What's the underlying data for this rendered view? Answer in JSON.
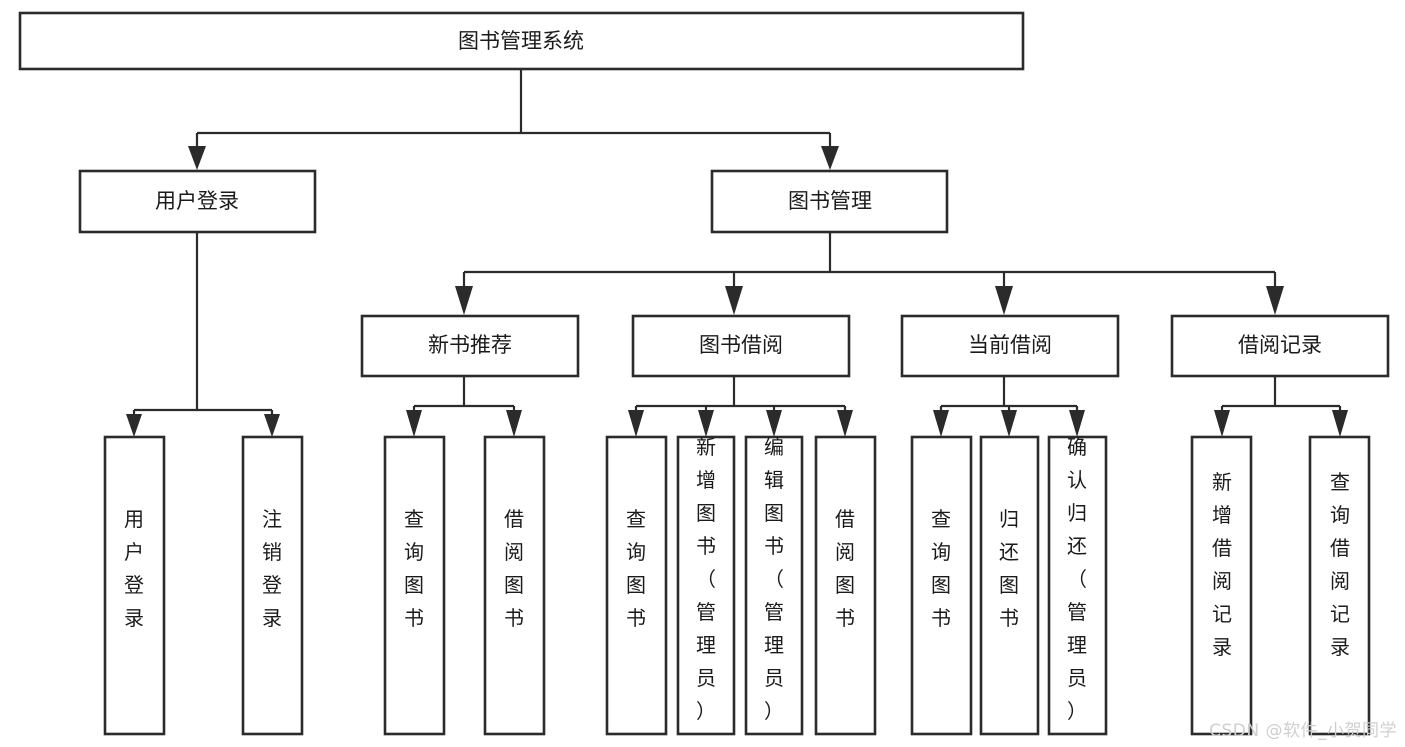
{
  "diagram": {
    "title": "图书管理系统",
    "type": "tree-hierarchy-diagram",
    "watermark": "CSDN @软件_小贺同学",
    "colors": {
      "background": "#ffffff",
      "box_fill": "#ffffff",
      "box_stroke": "#2b2b2b",
      "connector": "#2b2b2b",
      "text": "#1b1b1b",
      "watermark": "#cfcfcf"
    },
    "root": {
      "label": "图书管理系统"
    },
    "level1": [
      {
        "label": "用户登录"
      },
      {
        "label": "图书管理"
      }
    ],
    "level2": [
      {
        "label": "新书推荐"
      },
      {
        "label": "图书借阅"
      },
      {
        "label": "当前借阅"
      },
      {
        "label": "借阅记录"
      }
    ],
    "leaves": {
      "user_login": [
        {
          "label": "用户登录"
        },
        {
          "label": "注销登录"
        }
      ],
      "new_book_recommend": [
        {
          "label": "查询图书"
        },
        {
          "label": "借阅图书"
        }
      ],
      "book_borrow": [
        {
          "label": "查询图书"
        },
        {
          "label": "新增图书（管理员）"
        },
        {
          "label": "编辑图书（管理员）"
        },
        {
          "label": "借阅图书"
        }
      ],
      "current_borrow": [
        {
          "label": "查询图书"
        },
        {
          "label": "归还图书"
        },
        {
          "label": "确认归还（管理员）"
        }
      ],
      "borrow_record": [
        {
          "label": "新增借阅记录"
        },
        {
          "label": "查询借阅记录"
        }
      ]
    }
  }
}
